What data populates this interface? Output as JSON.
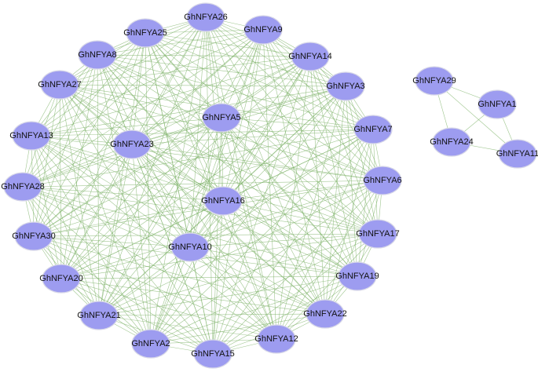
{
  "colors": {
    "node_fill": "#9d9cf0",
    "node_border": "#d8d8e8",
    "edge": "#7fb36a",
    "background": "#ffffff"
  },
  "clusters": [
    {
      "id": "main",
      "nodes": [
        "GhNFYA26",
        "GhNFYA9",
        "GhNFYA14",
        "GhNFYA3",
        "GhNFYA7",
        "GhNFYA6",
        "GhNFYA17",
        "GhNFYA19",
        "GhNFYA22",
        "GhNFYA12",
        "GhNFYA15",
        "GhNFYA2",
        "GhNFYA21",
        "GhNFYA20",
        "GhNFYA30",
        "GhNFYA28",
        "GhNFYA13",
        "GhNFYA27",
        "GhNFYA8",
        "GhNFYA25",
        "GhNFYA5",
        "GhNFYA23",
        "GhNFYA16",
        "GhNFYA10"
      ],
      "edges": "fully-connected"
    },
    {
      "id": "small",
      "nodes": [
        "GhNFYA29",
        "GhNFYA1",
        "GhNFYA24",
        "GhNFYA11"
      ],
      "edges": [
        [
          "GhNFYA29",
          "GhNFYA1"
        ],
        [
          "GhNFYA29",
          "GhNFYA24"
        ],
        [
          "GhNFYA29",
          "GhNFYA11"
        ],
        [
          "GhNFYA1",
          "GhNFYA24"
        ],
        [
          "GhNFYA1",
          "GhNFYA11"
        ],
        [
          "GhNFYA24",
          "GhNFYA11"
        ]
      ]
    }
  ]
}
